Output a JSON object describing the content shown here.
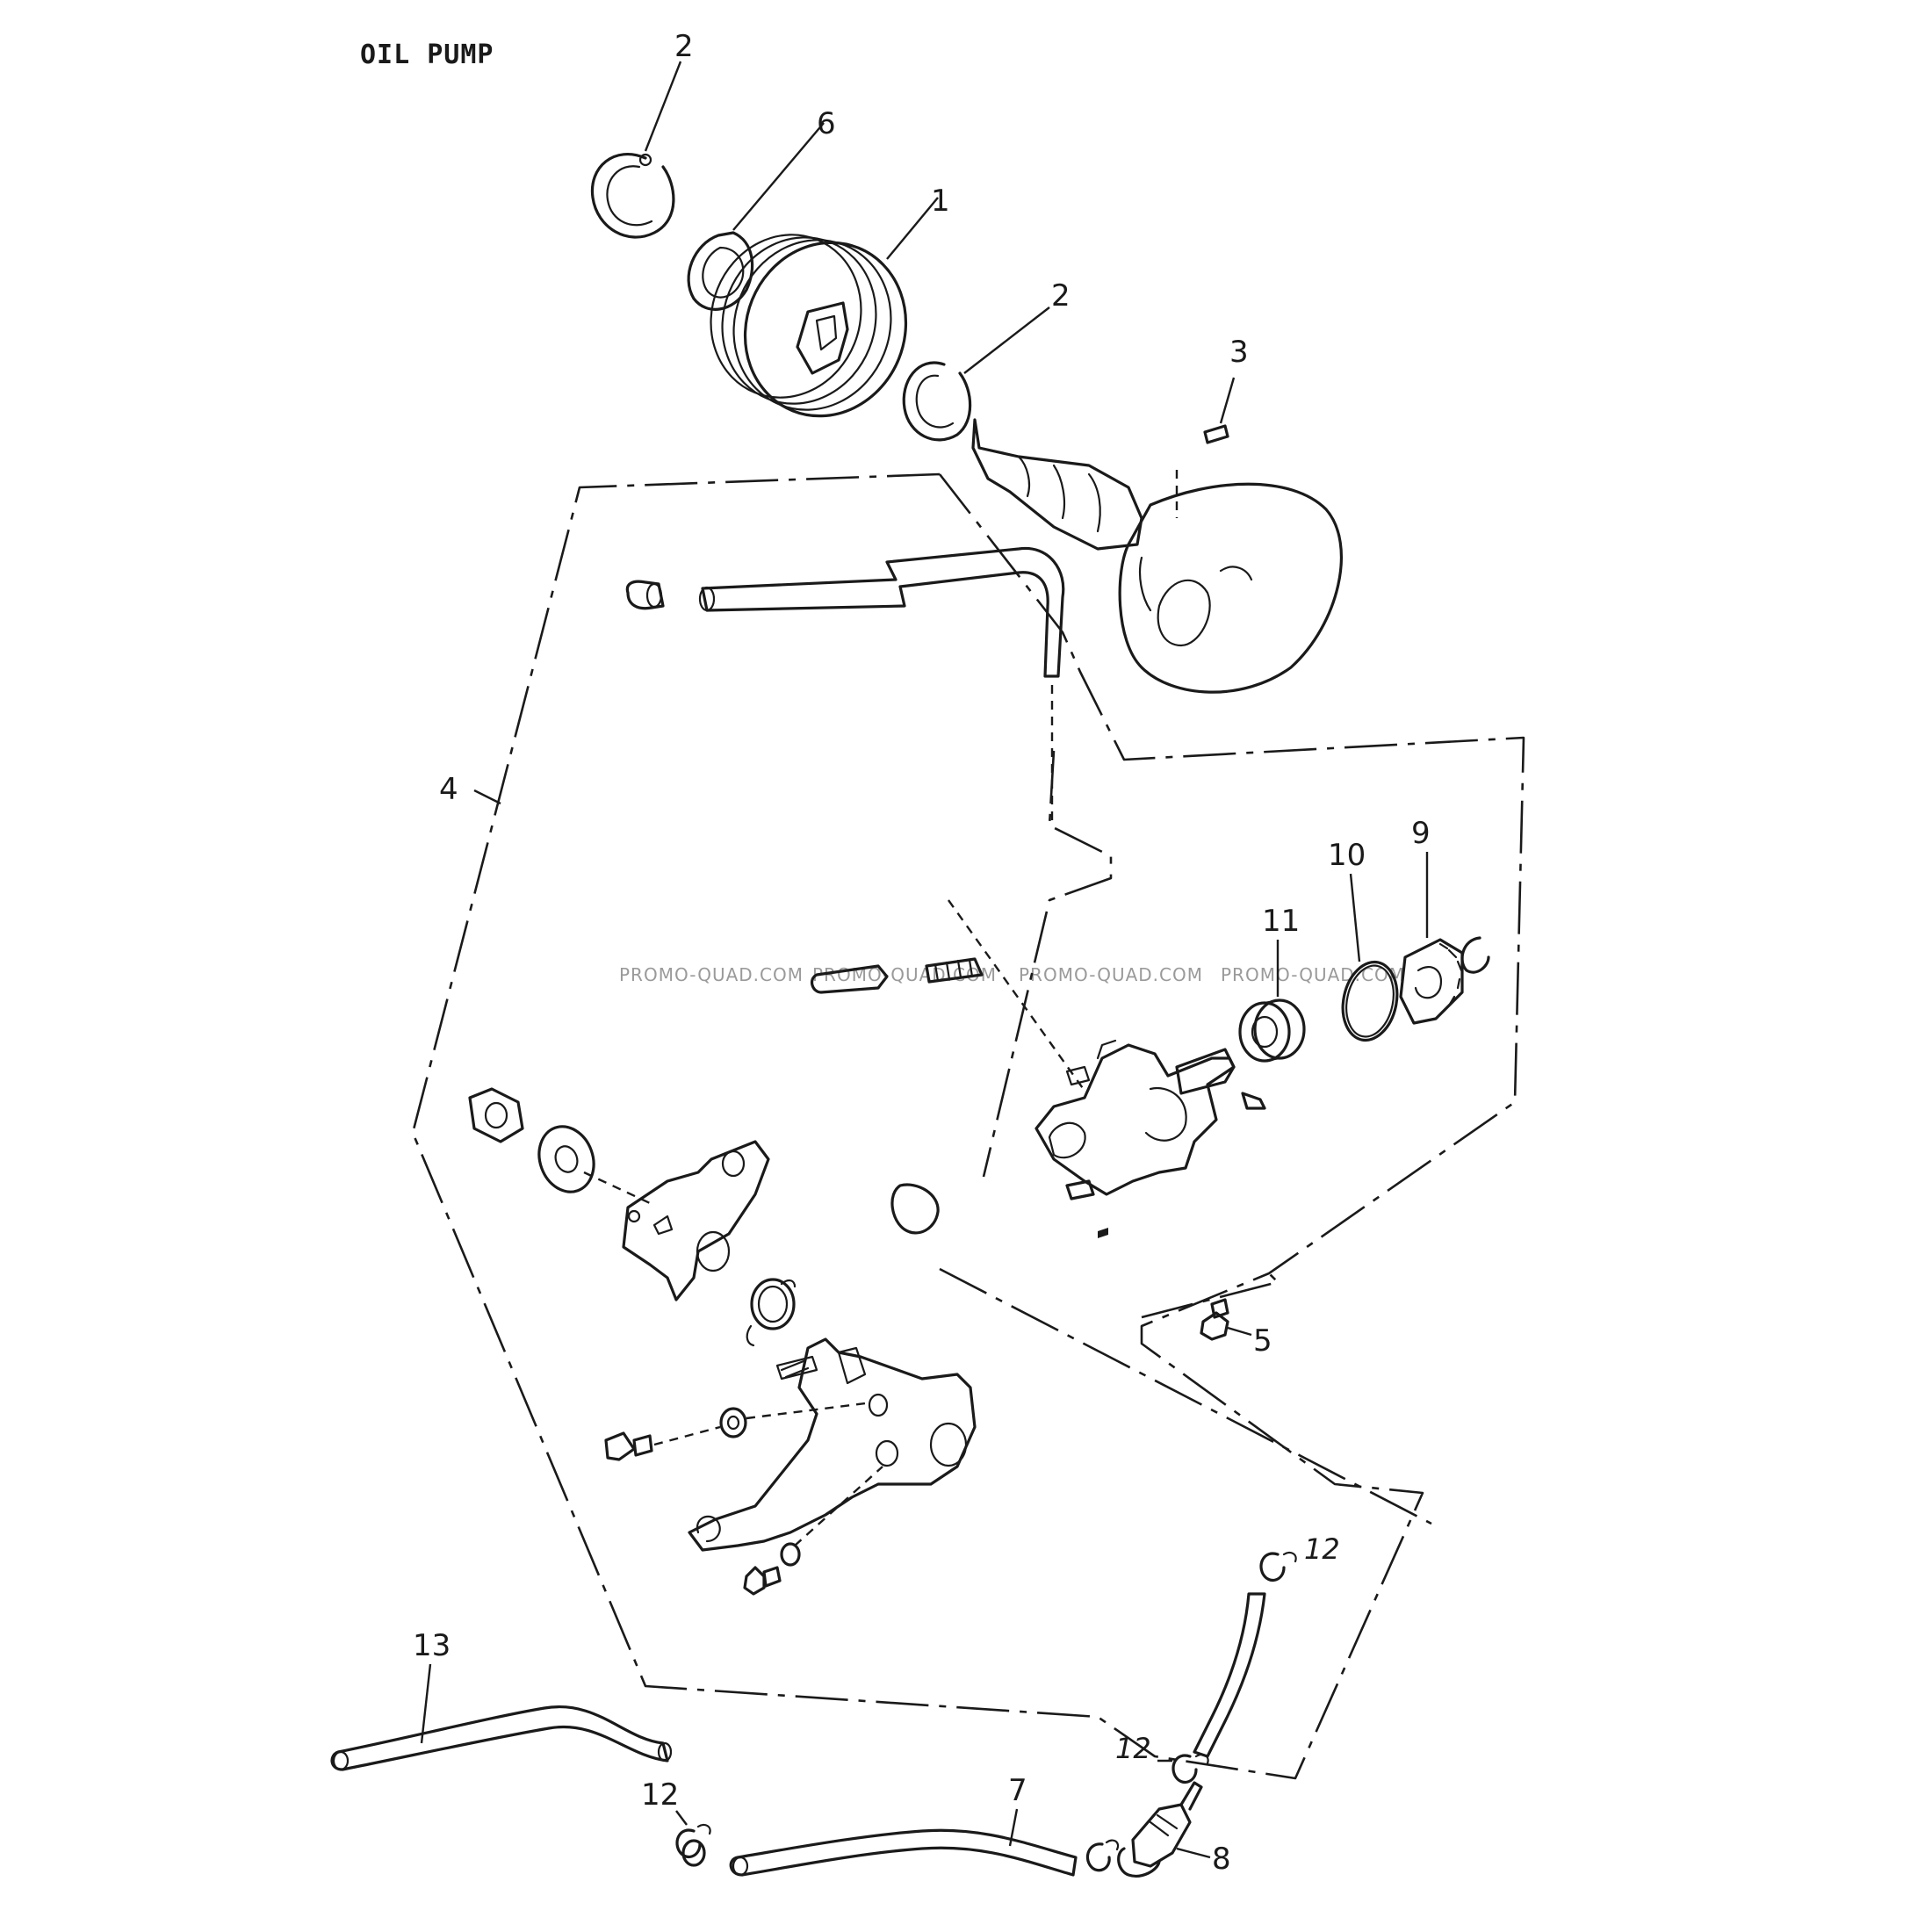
{
  "title": "OIL PUMP",
  "watermark": "PROMO-QUAD.COM",
  "callouts": {
    "ring_top": "2",
    "wave_washer": "6",
    "drive_pulley": "1",
    "ring_mid": "2",
    "pin": "3",
    "pump_assembly": "4",
    "gear": "9",
    "o_ring": "10",
    "bearing": "11",
    "bolt": "5",
    "clip_upper": "12",
    "clip_mid": "12",
    "clip_left": "12",
    "hose_long": "13",
    "hose_lower": "7",
    "filter": "8"
  },
  "icons": {
    "circlip": "circlip-icon",
    "wave_washer": "wave-washer-icon",
    "pulley": "pulley-icon",
    "shaft": "shaft-icon",
    "bearing": "bearing-icon",
    "gear": "gear-icon",
    "hose_clip": "hose-clip-icon",
    "filter": "filter-icon"
  }
}
